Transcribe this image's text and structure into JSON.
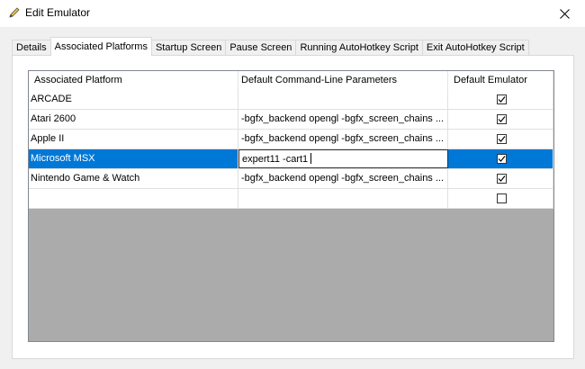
{
  "window": {
    "title": "Edit Emulator"
  },
  "tabs": [
    {
      "label": "Details",
      "active": false
    },
    {
      "label": "Associated Platforms",
      "active": true
    },
    {
      "label": "Startup Screen",
      "active": false
    },
    {
      "label": "Pause Screen",
      "active": false
    },
    {
      "label": "Running AutoHotkey Script",
      "active": false
    },
    {
      "label": "Exit AutoHotkey Script",
      "active": false
    }
  ],
  "grid": {
    "columns": [
      "Associated Platform",
      "Default Command-Line Parameters",
      "Default Emulator"
    ],
    "rows": [
      {
        "platform": "ARCADE",
        "params": "",
        "default": true,
        "selected": false
      },
      {
        "platform": "Atari 2600",
        "params": "-bgfx_backend opengl -bgfx_screen_chains ...",
        "default": true,
        "selected": false
      },
      {
        "platform": "Apple II",
        "params": "-bgfx_backend opengl -bgfx_screen_chains ...",
        "default": true,
        "selected": false
      },
      {
        "platform": "Microsoft MSX",
        "params": "expert11 -cart1",
        "default": true,
        "selected": true
      },
      {
        "platform": "Nintendo Game & Watch",
        "params": "-bgfx_backend opengl -bgfx_screen_chains ...",
        "default": true,
        "selected": false
      },
      {
        "platform": "",
        "params": "",
        "default": false,
        "selected": false
      }
    ]
  },
  "icons": {
    "title": "pencil-icon",
    "close": "close-icon",
    "check": "checkmark-icon"
  },
  "colors": {
    "selection": "#0078d7",
    "grid_empty": "#ababab"
  }
}
